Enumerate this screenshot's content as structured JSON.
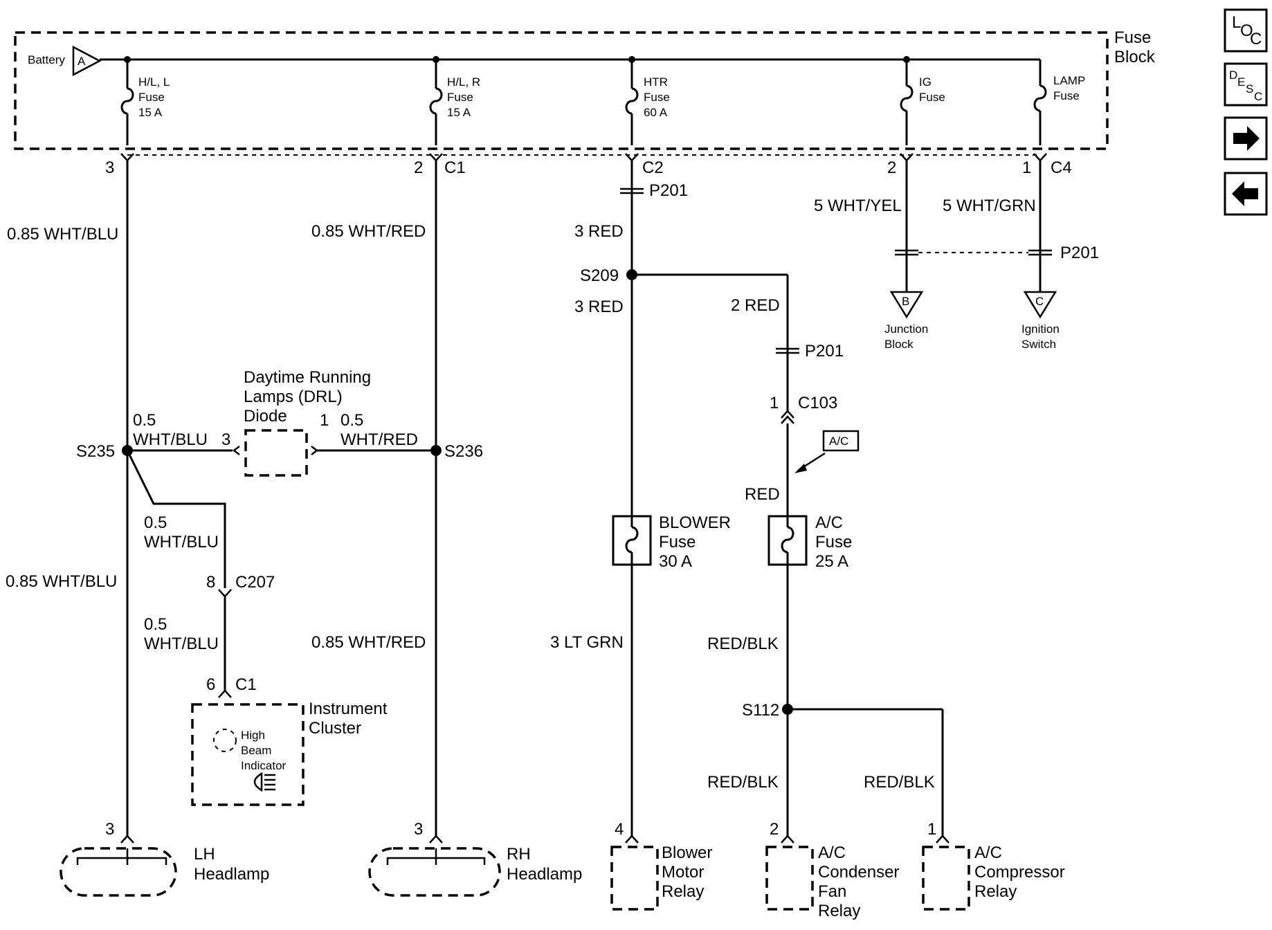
{
  "fuse_block": {
    "label_line1": "Fuse",
    "label_line2": "Block",
    "battery": "Battery",
    "battery_ref": "A"
  },
  "fuses": {
    "hl_l": {
      "l1": "H/L, L",
      "l2": "Fuse",
      "l3": "15 A"
    },
    "hl_r": {
      "l1": "H/L, R",
      "l2": "Fuse",
      "l3": "15 A"
    },
    "htr": {
      "l1": "HTR",
      "l2": "Fuse",
      "l3": "60 A"
    },
    "ig": {
      "l1": "IG",
      "l2": "Fuse"
    },
    "lamp": {
      "l1": "LAMP",
      "l2": "Fuse"
    }
  },
  "connectors": {
    "left_3": "3",
    "c1_pin": "2",
    "c1": "C1",
    "c2": "C2",
    "c4_pin2": "2",
    "c4_pin1": "1",
    "c4": "C4",
    "p201_htr": "P201",
    "p201_ig": "P201",
    "p201_ac": "P201",
    "c103_pin": "1",
    "c103": "C103",
    "c207_pin": "8",
    "c207": "C207",
    "c1_ic_pin": "6",
    "c1_ic": "C1",
    "drl_pin3": "3",
    "drl_pin1": "1",
    "lh_pin": "3",
    "rh_pin": "3",
    "blower_pin": "4",
    "cond_pin": "2",
    "comp_pin": "1"
  },
  "wires": {
    "w_left_top": "0.85 WHT/BLU",
    "w_mid_top": "0.85 WHT/RED",
    "w_htr_1": "3 RED",
    "w_htr_2": "3 RED",
    "w_ac_branch": "2 RED",
    "w_ig": "5 WHT/YEL",
    "w_lamp": "5 WHT/GRN",
    "w_drl_l_1": "0.5",
    "w_drl_l_2": "WHT/BLU",
    "w_drl_r_1": "0.5",
    "w_drl_r_2": "WHT/RED",
    "w_ic_1a": "0.5",
    "w_ic_1b": "WHT/BLU",
    "w_ic_2a": "0.5",
    "w_ic_2b": "WHT/BLU",
    "w_left_bot": "0.85 WHT/BLU",
    "w_mid_bot": "0.85 WHT/RED",
    "w_ac_red": "RED",
    "w_blower_out": "3 LT GRN",
    "w_ac_out": "RED/BLK",
    "w_ac_cond": "RED/BLK",
    "w_ac_comp": "RED/BLK"
  },
  "splices": {
    "s235": "S235",
    "s236": "S236",
    "s209": "S209",
    "s112": "S112"
  },
  "components": {
    "drl": {
      "l1": "Daytime Running",
      "l2": "Lamps (DRL)",
      "l3": "Diode"
    },
    "blower_fuse": {
      "l1": "BLOWER",
      "l2": "Fuse",
      "l3": "30 A"
    },
    "ac_fuse": {
      "l1": "A/C",
      "l2": "Fuse",
      "l3": "25 A"
    },
    "ac_tag": "A/C",
    "ic": {
      "l1": "Instrument",
      "l2": "Cluster",
      "h1": "High",
      "h2": "Beam",
      "h3": "Indicator"
    },
    "lh": {
      "l1": "LH",
      "l2": "Headlamp"
    },
    "rh": {
      "l1": "RH",
      "l2": "Headlamp"
    },
    "blower_relay": {
      "l1": "Blower",
      "l2": "Motor",
      "l3": "Relay"
    },
    "cond_relay": {
      "l1": "A/C",
      "l2": "Condenser",
      "l3": "Fan",
      "l4": "Relay"
    },
    "comp_relay": {
      "l1": "A/C",
      "l2": "Compressor",
      "l3": "Relay"
    },
    "junction": {
      "ref": "B",
      "l1": "Junction",
      "l2": "Block"
    },
    "ignition": {
      "ref": "C",
      "l1": "Ignition",
      "l2": "Switch"
    }
  },
  "nav": {
    "loc": {
      "a": "L",
      "b": "O",
      "c": "C"
    },
    "desc": {
      "a": "D",
      "b": "E",
      "c": "S",
      "d": "C"
    },
    "next_icon": "arrow-right-icon",
    "prev_icon": "arrow-left-icon"
  }
}
